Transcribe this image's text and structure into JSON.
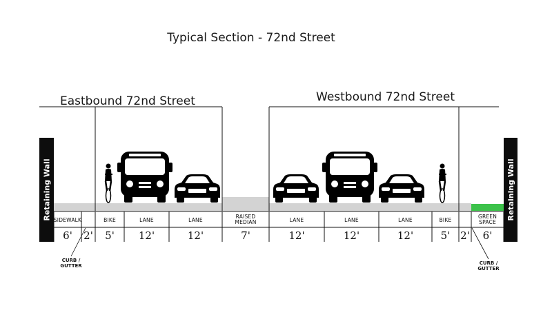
{
  "title": "Typical Section - 72nd Street",
  "eastbound_label": "Eastbound 72nd Street",
  "westbound_label": "Westbound 72nd Street",
  "wall_label": "Retaining Wall",
  "curb_label": [
    "CURB /",
    "GUTTER"
  ],
  "segments": [
    {
      "label": [
        "SIDEWALK"
      ],
      "width": "6'"
    },
    {
      "label": [],
      "width": "2'"
    },
    {
      "label": [
        "BIKE"
      ],
      "width": "5'"
    },
    {
      "label": [
        "LANE"
      ],
      "width": "12'"
    },
    {
      "label": [
        "LANE"
      ],
      "width": "12'"
    },
    {
      "label": [
        "RAISED",
        "MEDIAN"
      ],
      "width": "7'"
    },
    {
      "label": [
        "LANE"
      ],
      "width": "12'"
    },
    {
      "label": [
        "LANE"
      ],
      "width": "12'"
    },
    {
      "label": [
        "LANE"
      ],
      "width": "12'"
    },
    {
      "label": [
        "BIKE"
      ],
      "width": "5'"
    },
    {
      "label": [],
      "width": "2'"
    },
    {
      "label": [
        "GREEN",
        "SPACE"
      ],
      "width": "6'"
    }
  ],
  "colors": {
    "ground": "#d3d3d3",
    "green_space": "#3cc24a",
    "wall": "#0d0d0d",
    "ink": "#111111"
  },
  "icons": [
    "bicycle-icon",
    "bus-icon",
    "car-icon"
  ]
}
